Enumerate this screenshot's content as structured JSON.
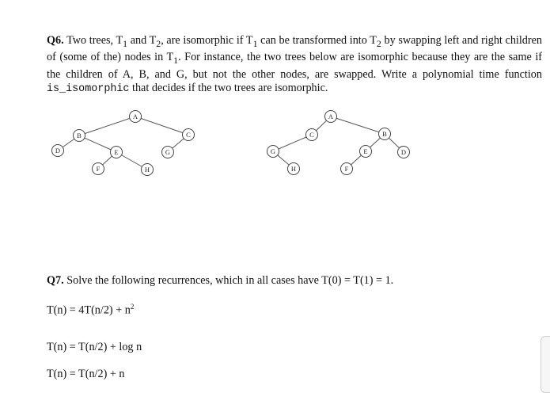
{
  "q6": {
    "label": "Q6.",
    "text_1": " Two trees, T",
    "s1": "1",
    "text_2": " and T",
    "s2": "2",
    "text_3": ", are isomorphic if T",
    "s3": "1",
    "text_4": " can be transformed into T",
    "s4": "2",
    "text_5": " by swapping left and right children of (some of the) nodes in T",
    "s5": "1",
    "text_6": ". For instance, the two trees below are isomorphic because they are the same if the children of A, B, and G, but not the other nodes, are swapped. Write a polynomial time function ",
    "code": "is_isomorphic",
    "text_7": " that decides if the two trees are isomorphic."
  },
  "tree1": {
    "nodes": {
      "A": "A",
      "B": "B",
      "C": "C",
      "D": "D",
      "E": "E",
      "F": "F",
      "G": "G",
      "H": "H"
    }
  },
  "tree2": {
    "nodes": {
      "A": "A",
      "B": "B",
      "C": "C",
      "D": "D",
      "E": "E",
      "F": "F",
      "G": "G",
      "H": "H"
    }
  },
  "q7": {
    "label": "Q7.",
    "text": " Solve the following recurrences, which in all cases have T(0) = T(1) = 1."
  },
  "recurrences": {
    "r1_base": "T(n) = 4T(n/2) + n",
    "r1_sup": "2",
    "r2": "T(n) = T(n/2) + log n",
    "r3": "T(n) = T(n/2) + n"
  }
}
